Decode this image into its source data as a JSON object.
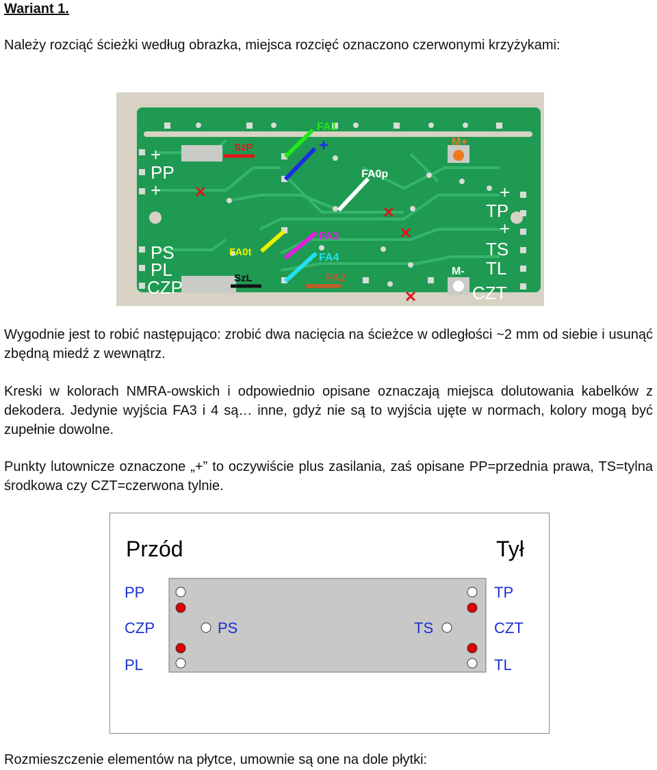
{
  "doc": {
    "heading": "Wariant 1.",
    "para1": "Należy rozciąć ścieżki według obrazka, miejsca rozcięć oznaczono czerwonymi krzyżykami:",
    "para2": "Wygodnie jest to robić następująco: zrobić dwa nacięcia na ścieżce w odległości ~2 mm od siebie i usunąć zbędną miedź z wewnątrz.",
    "para3": "Kreski w kolorach NMRA-owskich i odpowiednio opisane oznaczają miejsca dolutowania kabelków z dekodera. Jedynie wyjścia FA3 i 4 są… inne, gdyż nie są to wyjścia ujęte w normach, kolory mogą być zupełnie dowolne.",
    "para4": "Punkty lutownicze oznaczone „+” to oczywiście plus zasilania, zaś opisane PP=przednia prawa, TS=tylna środkowa czy CZT=czerwona tylnie.",
    "para5": "Rozmieszczenie elementów na płytce, umownie są one na dole płytki:"
  },
  "pcb": {
    "labels": {
      "plus1": "+",
      "pp": "PP",
      "plus2": "+",
      "ps": "PS",
      "pl": "PL",
      "czp": "CZP",
      "szp": "SzP",
      "szl": "SzL",
      "fa1": "FA1",
      "plus_fa1": "+",
      "fa0p": "FA0p",
      "fa0t": "FA0t",
      "fa3": "FA3",
      "fa4": "FA4",
      "fa2": "FA2",
      "mplus": "M+",
      "mminus": "M-",
      "plus3": "+",
      "tp": "TP",
      "plus4": "+",
      "ts": "TS",
      "tl": "TL",
      "czt": "CZT"
    },
    "colors": {
      "board": "#1f9a52",
      "trace": "#2aa85c",
      "pad": "#d9dcd6",
      "cut": "#e0141b",
      "fa1": "#22e81a",
      "fa1_plus": "#1a2fe0",
      "fa0p": "#ffffff",
      "fa0t": "#f0f000",
      "fa3": "#e020e0",
      "fa4": "#20e0f0",
      "fa2": "#b8602a",
      "szp": "#e0141b",
      "szl": "#111111"
    }
  },
  "diagram": {
    "front": "Przód",
    "back": "Tył",
    "left_labels": {
      "pp": "PP",
      "czp": "CZP",
      "pl": "PL",
      "ps": "PS"
    },
    "right_labels": {
      "tp": "TP",
      "czt": "CZT",
      "tl": "TL",
      "ts": "TS"
    },
    "colors": {
      "label": "#1a2fd0",
      "board": "#c8c8c8",
      "red_pad": "#e00000",
      "white_pad": "#ffffff"
    }
  }
}
